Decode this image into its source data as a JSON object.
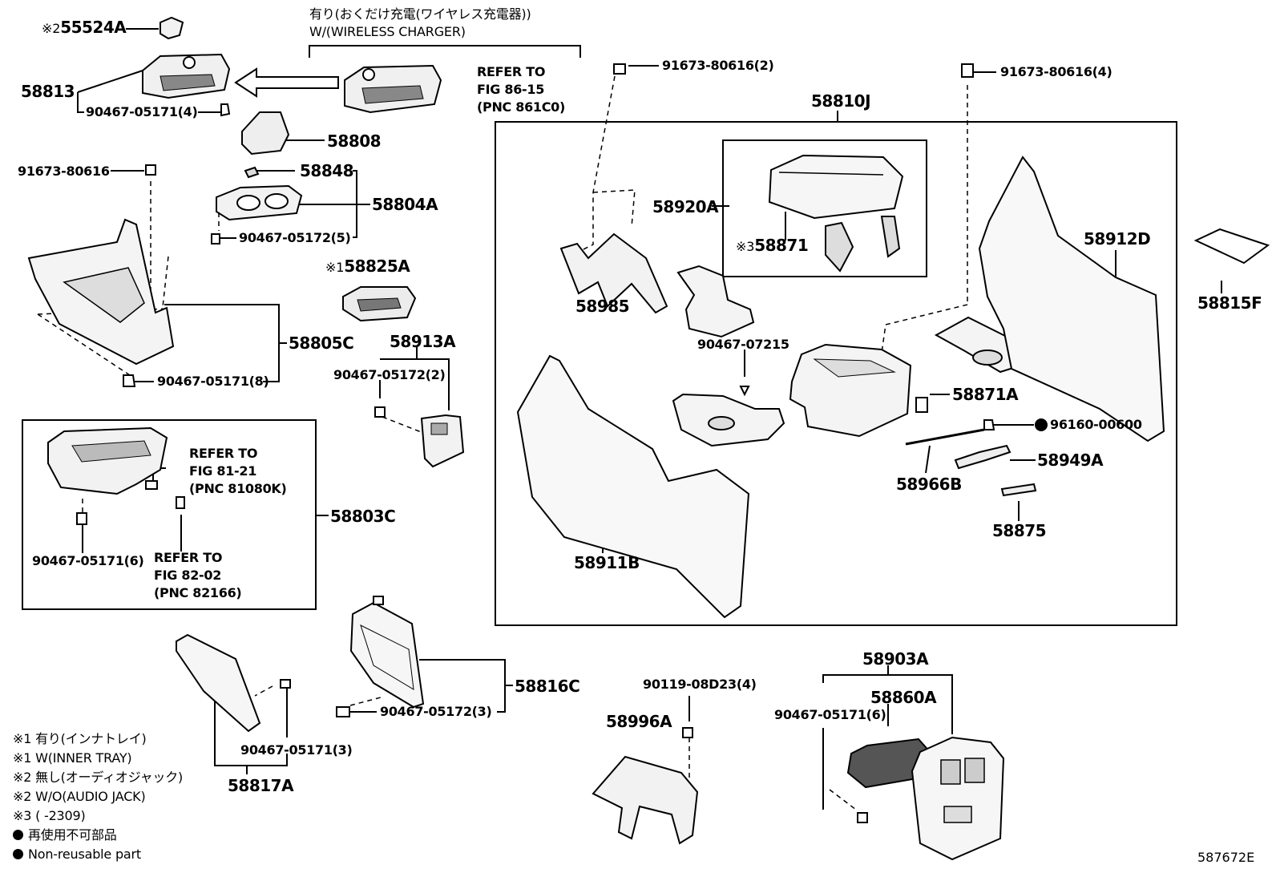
{
  "header": {
    "wireless_jp": "有り(おくだけ充電(ワイヤレス充電器))",
    "wireless_en": "W/(WIRELESS CHARGER)"
  },
  "refs": {
    "r1": [
      "REFER TO",
      "FIG 86-15",
      "(PNC 861C0)"
    ],
    "r2": [
      "REFER TO",
      "FIG 81-21",
      "(PNC 81080K)"
    ],
    "r3": [
      "REFER TO",
      "FIG 82-02",
      "(PNC 82166)"
    ]
  },
  "parts": {
    "p55524A": "55524A",
    "p58813": "58813",
    "p90467_05171_4": "90467-05171(4)",
    "p58808": "58808",
    "p91673_80616": "91673-80616",
    "p58848": "58848",
    "p58804A": "58804A",
    "p90467_05172_5": "90467-05172(5)",
    "p58825A": "58825A",
    "p58805C": "58805C",
    "p90467_05171_8": "90467-05171(8)",
    "p58913A": "58913A",
    "p90467_05172_2": "90467-05172(2)",
    "p58803C": "58803C",
    "p90467_05171_6a": "90467-05171(6)",
    "p58816C": "58816C",
    "p90467_05172_3": "90467-05172(3)",
    "p90467_05171_3": "90467-05171(3)",
    "p58817A": "58817A",
    "p91673_80616_2": "91673-80616(2)",
    "p91673_80616_4": "91673-80616(4)",
    "p58810J": "58810J",
    "p58920A": "58920A",
    "p58871": "58871",
    "p58985": "58985",
    "p58912D": "58912D",
    "p58815F": "58815F",
    "p90467_07215": "90467-07215",
    "p58871A": "58871A",
    "p96160_00600": "96160-00600",
    "p58949A": "58949A",
    "p58966B": "58966B",
    "p58875": "58875",
    "p58911B": "58911B",
    "p90119_08D23_4": "90119-08D23(4)",
    "p58996A": "58996A",
    "p58903A": "58903A",
    "p58860A": "58860A",
    "p90467_05171_6b": "90467-05171(6)"
  },
  "marks": {
    "m1": "※1",
    "m2": "※2",
    "m3": "※3"
  },
  "legend": [
    "※1 有り(インナトレイ)",
    "※1 W(INNER TRAY)",
    "※2 無し(オーディオジャック)",
    "※2 W/O(AUDIO JACK)",
    "※3 (        -2309)",
    "再使用不可部品",
    "Non-reusable part"
  ],
  "figure_code": "587672E"
}
